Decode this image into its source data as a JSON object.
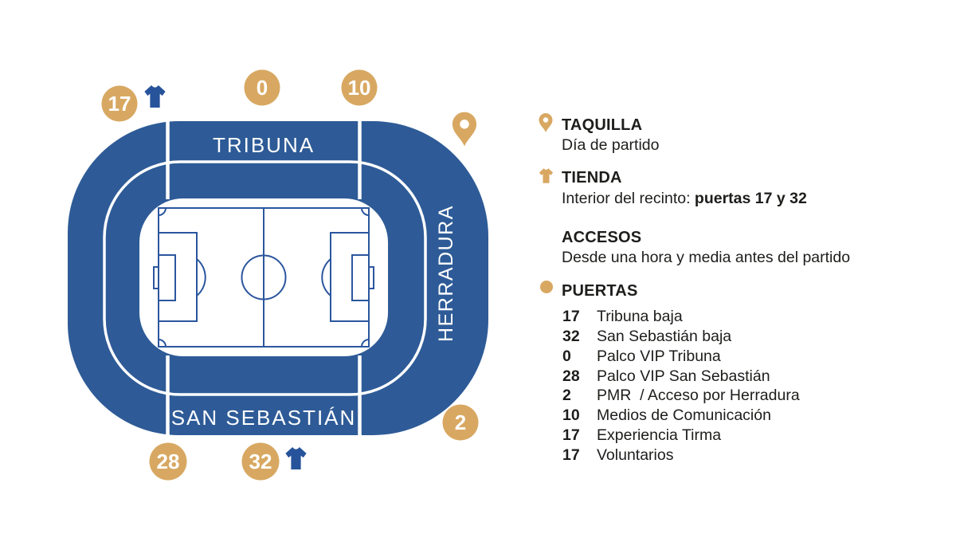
{
  "colors": {
    "stadium_blue": "#2E5B97",
    "shirt_blue": "#27539B",
    "gold": "#D8A862",
    "pitch_line": "#2B569E",
    "text": "#1D1D1B"
  },
  "map": {
    "stands": {
      "top": "TRIBUNA",
      "bottom": "SAN SEBASTIÁN",
      "right": "HERRADURA"
    },
    "gates": [
      {
        "number": "17"
      },
      {
        "number": "0"
      },
      {
        "number": "10"
      },
      {
        "number": "2"
      },
      {
        "number": "28"
      },
      {
        "number": "32"
      }
    ]
  },
  "legend": {
    "taquilla": {
      "title": "TAQUILLA",
      "desc": "Día de partido"
    },
    "tienda": {
      "title": "TIENDA",
      "desc_prefix": "Interior del recinto: ",
      "desc_bold": "puertas 17 y 32"
    },
    "accesos": {
      "title": "ACCESOS",
      "desc": "Desde una hora y media antes del partido"
    },
    "puertas": {
      "title": "PUERTAS",
      "items": [
        {
          "num": "17",
          "label": "Tribuna baja"
        },
        {
          "num": "32",
          "label": "San Sebastián baja"
        },
        {
          "num": "0",
          "label": "Palco VIP Tribuna"
        },
        {
          "num": "28",
          "label": "Palco VIP San Sebastián"
        },
        {
          "num": "2",
          "label": "PMR  / Acceso por Herradura"
        },
        {
          "num": "10",
          "label": "Medios de Comunicación"
        },
        {
          "num": "17",
          "label": "Experiencia Tirma"
        },
        {
          "num": "17",
          "label": "Voluntarios"
        }
      ]
    }
  }
}
